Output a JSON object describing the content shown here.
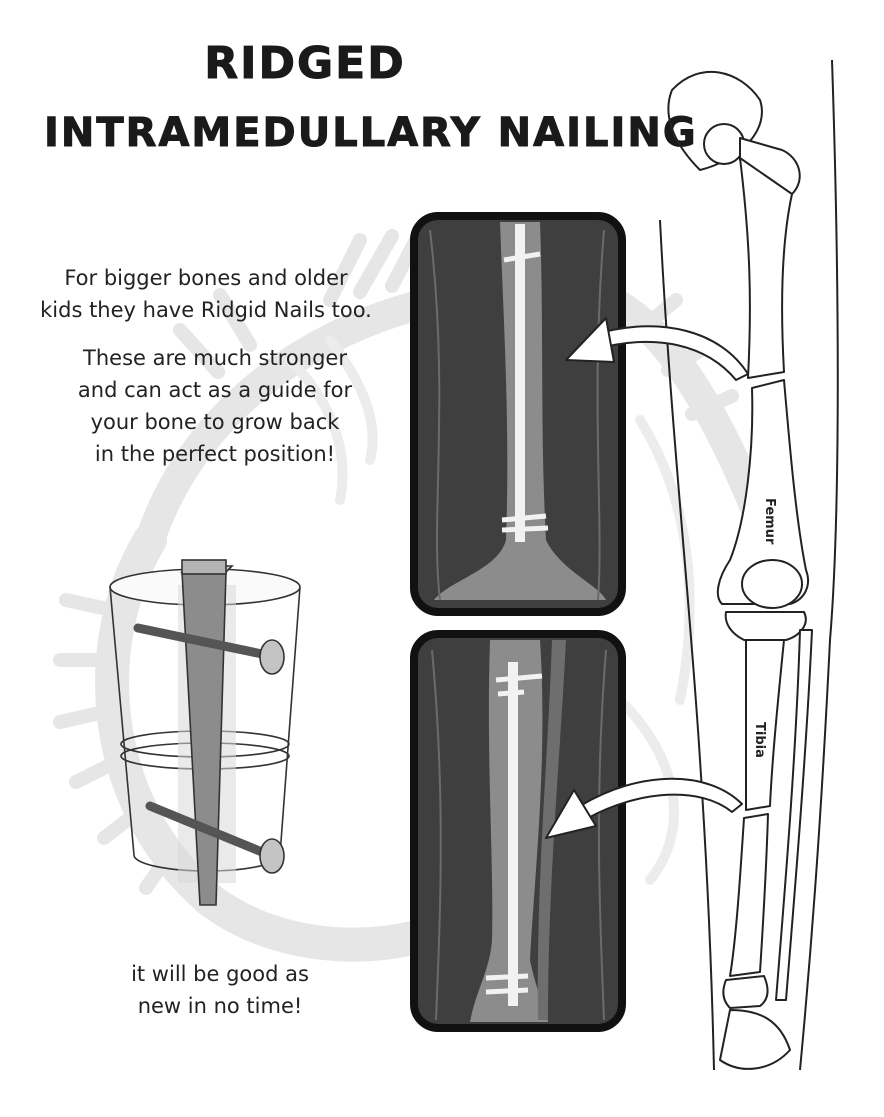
{
  "title": {
    "line1": "RIDGED",
    "line2": "INTRAMEDULLARY NAILING"
  },
  "text": {
    "intro_line1": "For bigger bones and older",
    "intro_line2": "kids they have Ridgid Nails too.",
    "detail_line1": "These are much stronger",
    "detail_line2": "and can act as a guide for",
    "detail_line3": "your bone to grow back",
    "detail_line4": "in the perfect position!",
    "outro_line1": "it will be good as",
    "outro_line2": "new in no time!"
  },
  "labels": {
    "femur": "Femur",
    "tibia": "Tibia"
  },
  "colors": {
    "xray_background": "#3f3f3f",
    "xray_frame": "#111111",
    "watermark_gray": "#e6e6e6",
    "bone_outline": "#222222"
  }
}
